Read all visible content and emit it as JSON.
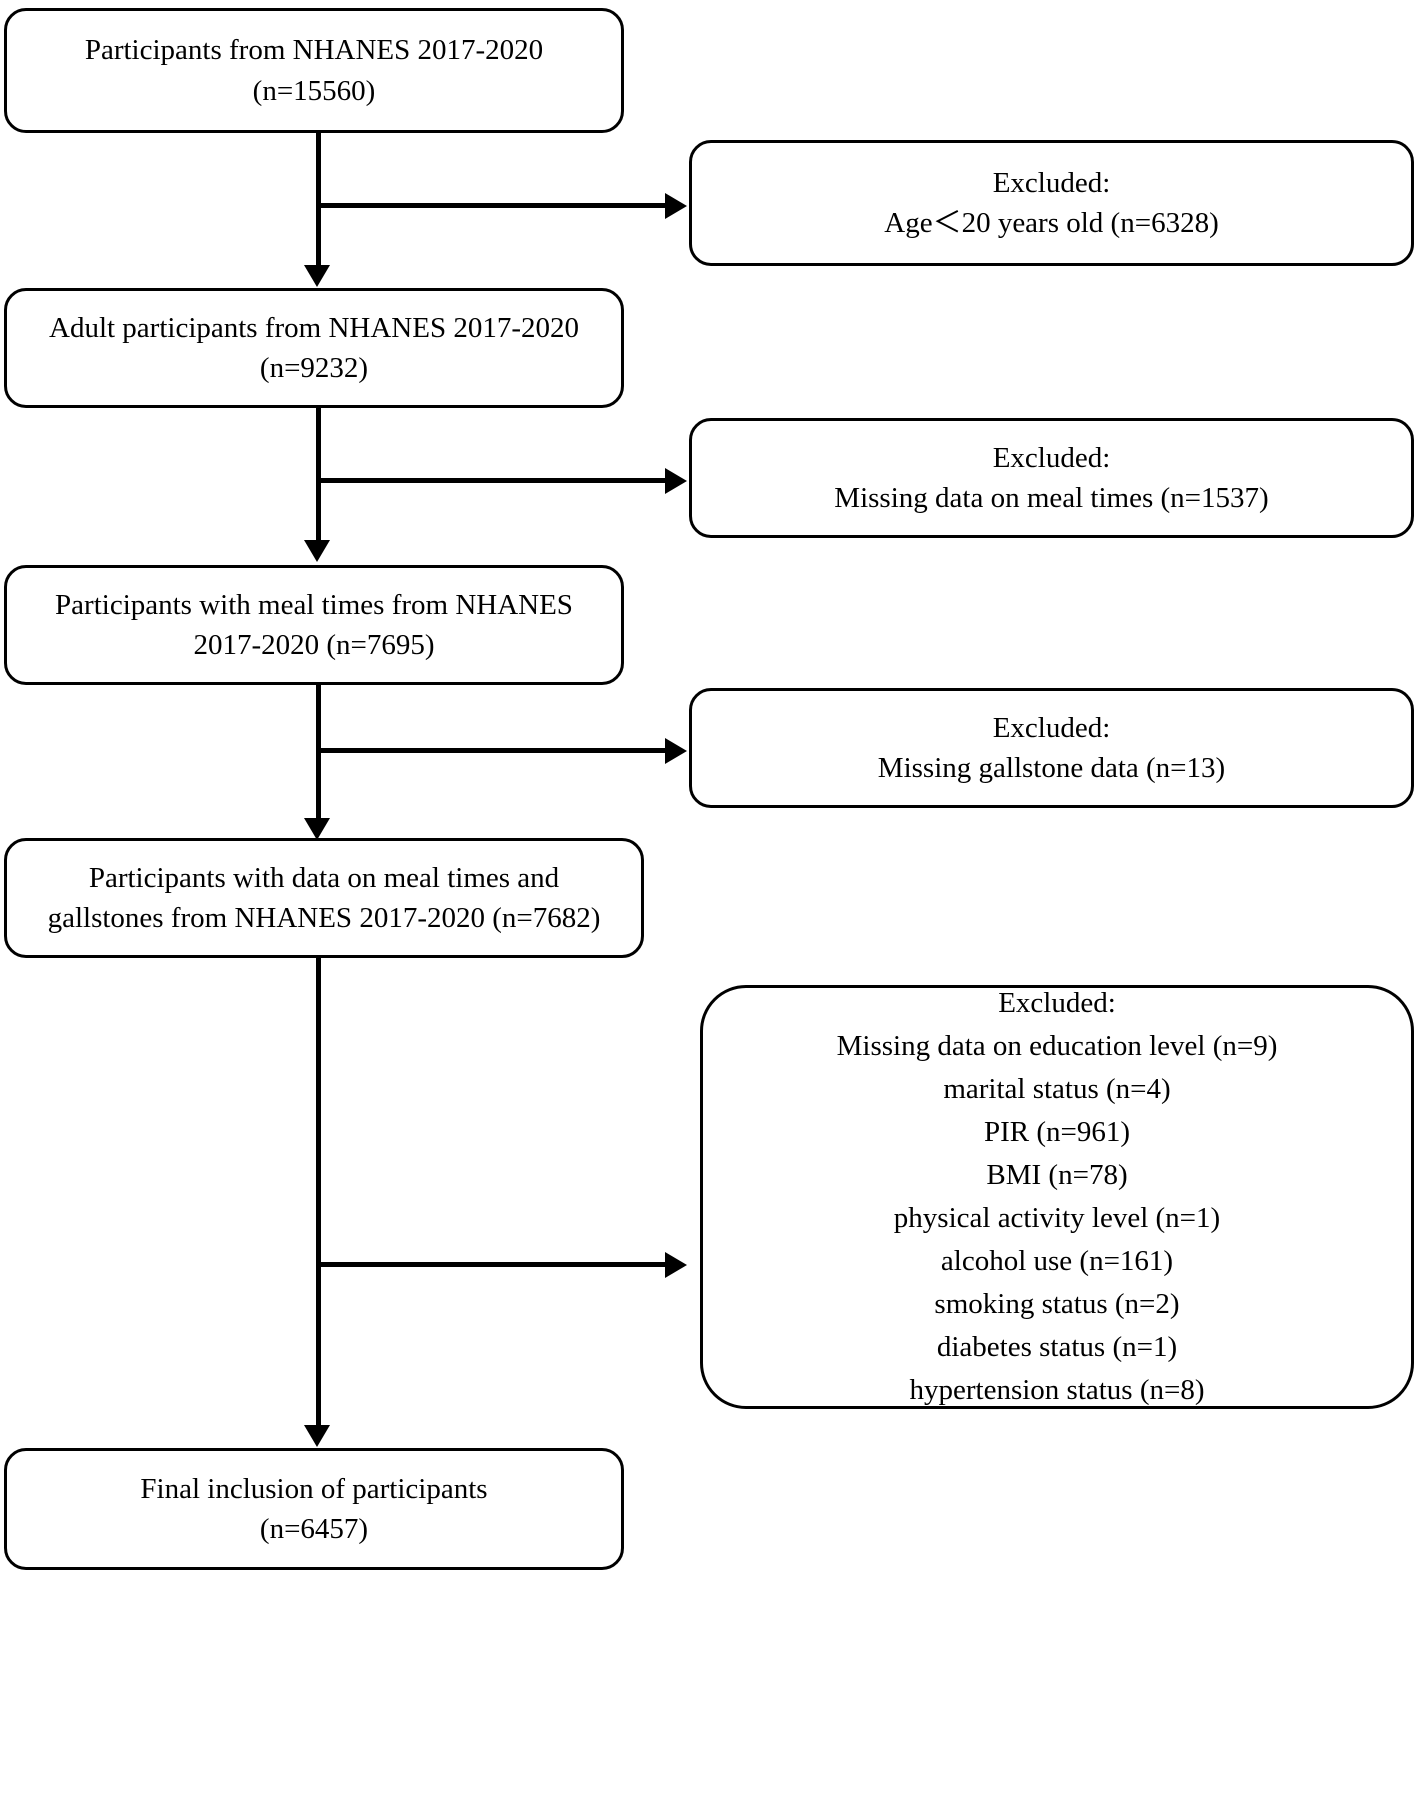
{
  "diagram": {
    "title": "NHANES 2017-2020 participant selection flow diagram",
    "type": "flowchart",
    "stroke_color": "#000000",
    "background_color": "#ffffff"
  },
  "nodes": {
    "start": {
      "name": "participants-total",
      "lines": [
        "Participants from NHANES 2017-2020",
        "(n=15560)"
      ],
      "n": 15560
    },
    "adults": {
      "name": "adult-participants",
      "lines": [
        "Adult participants from NHANES 2017-2020",
        "(n=9232)"
      ],
      "n": 9232
    },
    "meal_times": {
      "name": "participants-with-meal-times",
      "lines": [
        "Participants with meal times from NHANES",
        "2017-2020 (n=7695)"
      ],
      "n": 7695
    },
    "meal_gallstone": {
      "name": "participants-meal-times-and-gallstones",
      "lines": [
        "Participants with data on meal times and",
        "gallstones from NHANES 2017-2020 (n=7682)"
      ],
      "n": 7682
    },
    "final": {
      "name": "final-inclusion",
      "lines": [
        "Final inclusion of participants",
        "(n=6457)"
      ],
      "n": 6457
    }
  },
  "exclusions": {
    "age": {
      "name": "excluded-age",
      "lines": [
        "Excluded:",
        "Age＜20 years old (n=6328)"
      ],
      "n": 6328
    },
    "meal_times": {
      "name": "excluded-missing-meal-times",
      "lines": [
        "Excluded:",
        "Missing data on meal times (n=1537)"
      ],
      "n": 1537
    },
    "gallstone": {
      "name": "excluded-missing-gallstone",
      "lines": [
        "Excluded:",
        "Missing gallstone data (n=13)"
      ],
      "n": 13
    },
    "covariates": {
      "name": "excluded-missing-covariates",
      "header": "Excluded:",
      "items": [
        "Missing data on education level (n=9)",
        "marital status (n=4)",
        "PIR (n=961)",
        "BMI (n=78)",
        "physical activity level (n=1)",
        "alcohol use (n=161)",
        "smoking status (n=2)",
        "diabetes status (n=1)",
        "hypertension status (n=8)"
      ],
      "counts": [
        9,
        4,
        961,
        78,
        1,
        161,
        2,
        1,
        8
      ]
    }
  }
}
